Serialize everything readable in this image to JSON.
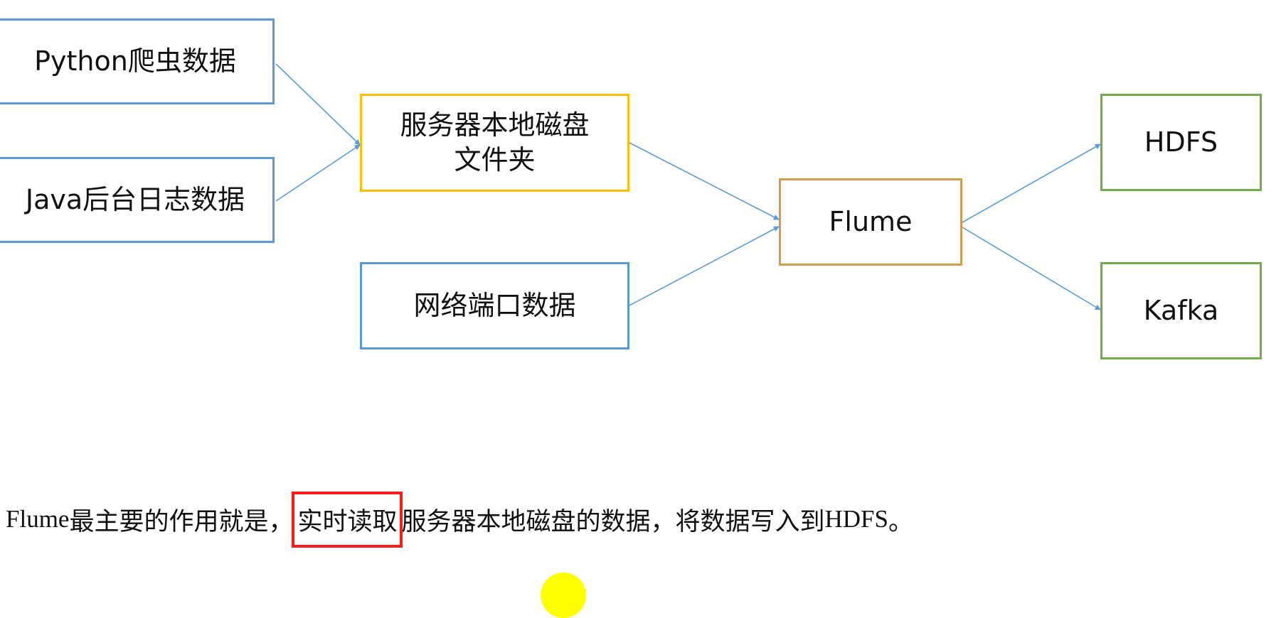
{
  "diagram": {
    "nodes": {
      "python": "Python爬虫数据",
      "java": "Java后台日志数据",
      "disk_line1": "服务器本地磁盘",
      "disk_line2": "文件夹",
      "network": "网络端口数据",
      "flume": "Flume",
      "hdfs": "HDFS",
      "kafka": "Kafka"
    },
    "edges": [
      [
        "python",
        "disk"
      ],
      [
        "java",
        "disk"
      ],
      [
        "disk",
        "flume"
      ],
      [
        "network",
        "flume"
      ],
      [
        "flume",
        "hdfs"
      ],
      [
        "flume",
        "kafka"
      ]
    ],
    "colors": {
      "source_border": "#5b9bd5",
      "disk_border": "#ffc000",
      "flume_border": "#d39a52",
      "sink_border": "#70ad47",
      "arrow": "#5b9bd5",
      "highlight": "#ff1a1a"
    }
  },
  "caption": {
    "prefix_latin": "Flume",
    "prefix_cjk": "最主要的作用就是，",
    "highlight": "实时读取",
    "middle": "服务器本地磁盘的数据，将数据写入到",
    "suffix_latin": "HDFS",
    "end": "。"
  }
}
